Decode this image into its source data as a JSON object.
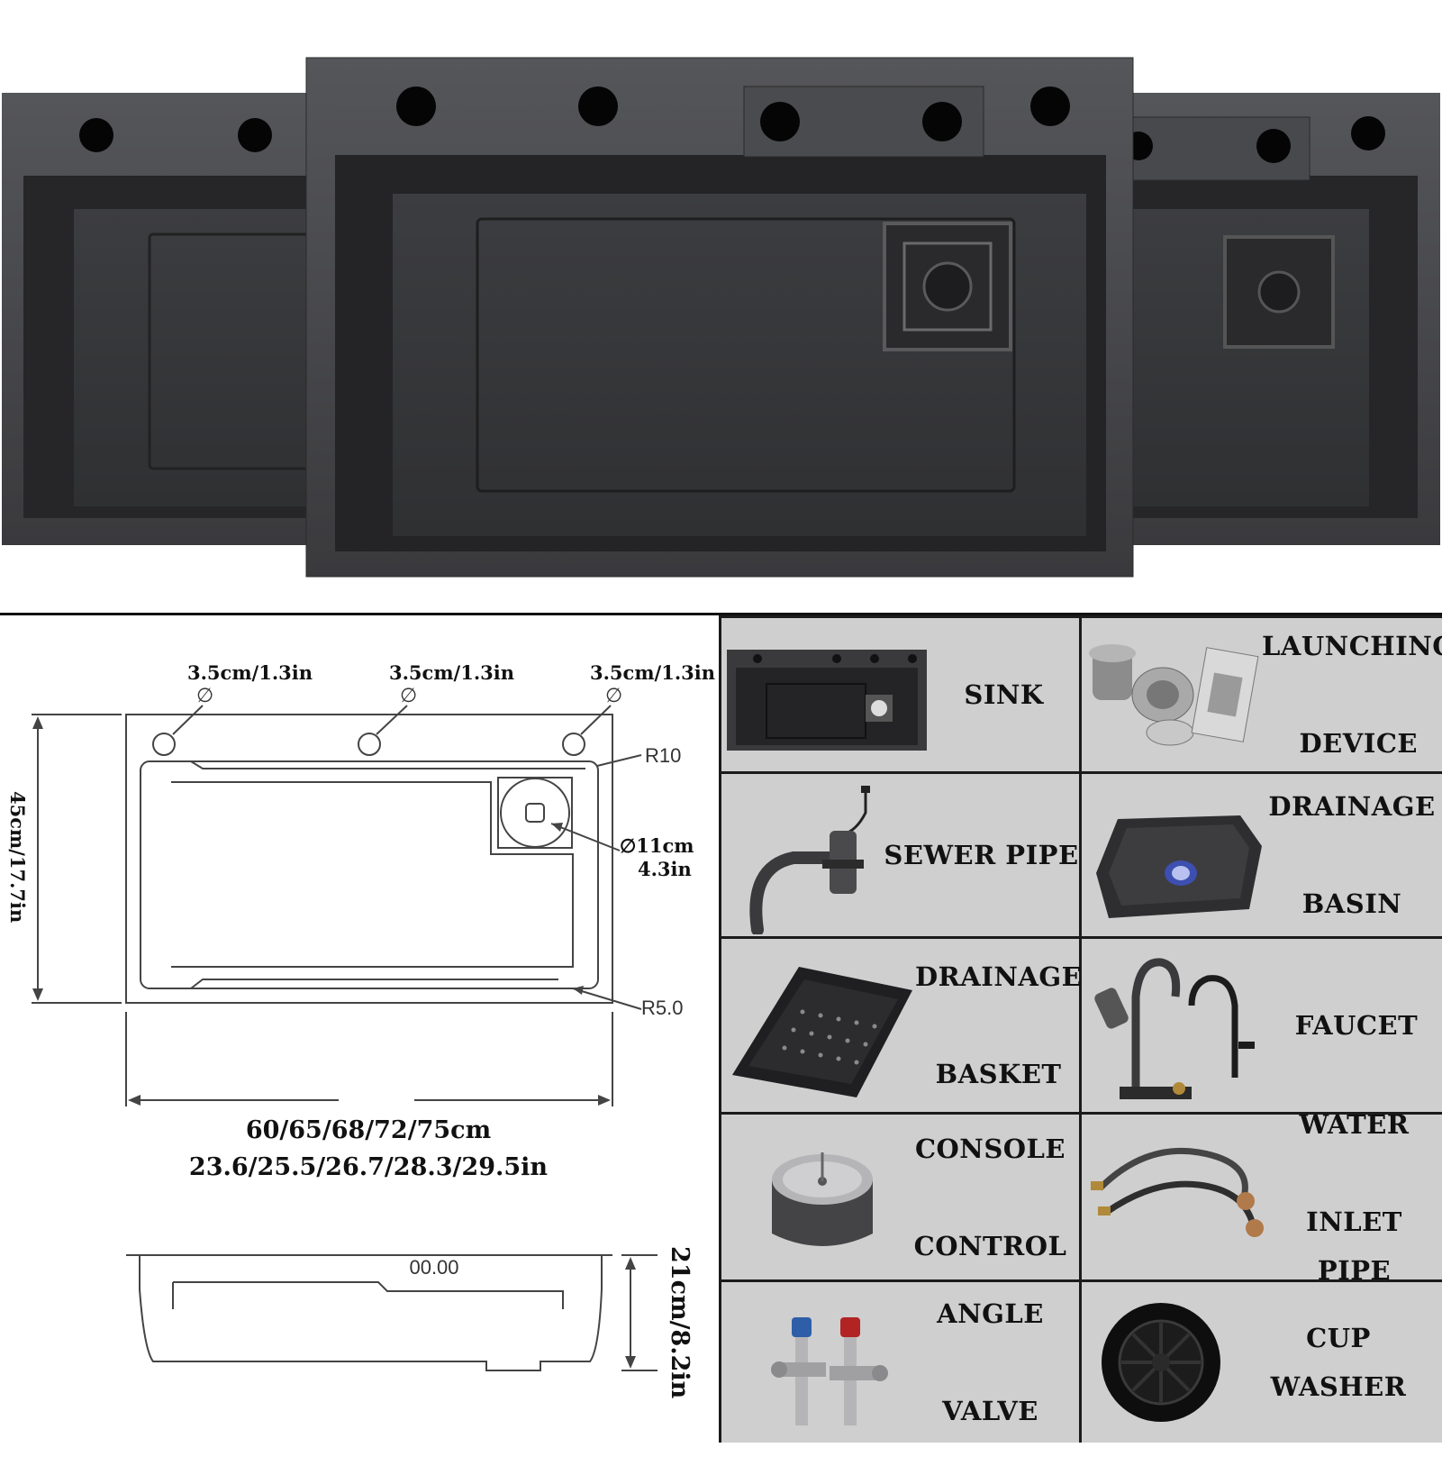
{
  "drawing": {
    "hole_labels": [
      "3.5cm/1.3in",
      "3.5cm/1.3in",
      "3.5cm/1.3in"
    ],
    "diameter_symbol": "∅",
    "corner_radius_top": "R10",
    "corner_radius_bottom": "R5.0",
    "drain_diameter_line1": "∅11cm",
    "drain_diameter_line2": "4.3in",
    "depth_label": "45cm/17.7in",
    "width_cm": "60/65/68/72/75cm",
    "width_in": "23.6/25.5/26.7/28.3/29.5in",
    "height_label": "21cm/8.2in",
    "side_marking": "00.00"
  },
  "components": [
    {
      "icon": "sink-icon",
      "lines": [
        "SINK"
      ]
    },
    {
      "icon": "launching-device-icon",
      "lines": [
        "LAUNCHING",
        "DEVICE"
      ]
    },
    {
      "icon": "sewer-pipe-icon",
      "lines": [
        "SEWER PIPE"
      ]
    },
    {
      "icon": "drainage-basin-icon",
      "lines": [
        "DRAINAGE",
        "BASIN"
      ]
    },
    {
      "icon": "drainage-basket-icon",
      "lines": [
        "DRAINAGE",
        "BASKET"
      ]
    },
    {
      "icon": "faucet-icon",
      "lines": [
        "FAUCET"
      ]
    },
    {
      "icon": "console-control-icon",
      "lines": [
        "CONSOLE",
        "CONTROL"
      ]
    },
    {
      "icon": "water-inlet-pipe-icon",
      "lines": [
        "WATER",
        "INLET PIPE"
      ]
    },
    {
      "icon": "angle-valve-icon",
      "lines": [
        "ANGLE",
        "VALVE"
      ]
    },
    {
      "icon": "cup-washer-icon",
      "lines": [
        "CUP WASHER"
      ]
    }
  ],
  "colors": {
    "sink_metal": "#3b3b3d",
    "cell_bg": "#cfcfcf",
    "grid_line": "#1b1b1b",
    "text": "#111111"
  }
}
